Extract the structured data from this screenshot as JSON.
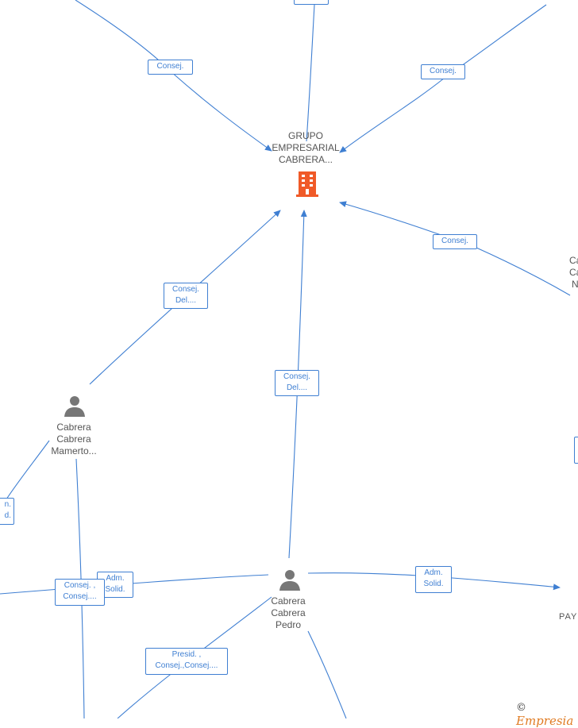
{
  "nodes": {
    "grupo": {
      "lines": [
        "GRUPO",
        "EMPRESARIAL",
        "CABRERA..."
      ],
      "icon": "building-icon"
    },
    "mamerto": {
      "lines": [
        "Cabrera",
        "Cabrera",
        "Mamerto..."
      ],
      "icon": "person-icon"
    },
    "pedro": {
      "lines": [
        "Cabrera",
        "Cabrera",
        "Pedro"
      ],
      "icon": "person-icon"
    },
    "right_partial": {
      "lines": [
        "Ca",
        "Ca",
        "N"
      ]
    },
    "pay_partial": {
      "text": "PAY"
    }
  },
  "edge_labels": {
    "consej_top_left": "Consej.",
    "consej_top_right": "Consej.",
    "consej_right": "Consej.",
    "consej_del_left": [
      "Consej.",
      "Del...."
    ],
    "consej_del_center": [
      "Consej.",
      "Del...."
    ],
    "left_partial": [
      "n.",
      "d."
    ],
    "adm_solid_left": [
      "Adm.",
      "Solid."
    ],
    "consej_consej_left": [
      "Consej. ,",
      "Consej...."
    ],
    "adm_solid_right": [
      "Adm.",
      "Solid."
    ],
    "presid": [
      "Presid. ,",
      "Consej.,Consej...."
    ]
  },
  "watermark": {
    "copyright": "©",
    "brand": "Empresia"
  },
  "colors": {
    "edge": "#3f7fd2",
    "building": "#f05a28",
    "person": "#777777",
    "text": "#555555"
  }
}
